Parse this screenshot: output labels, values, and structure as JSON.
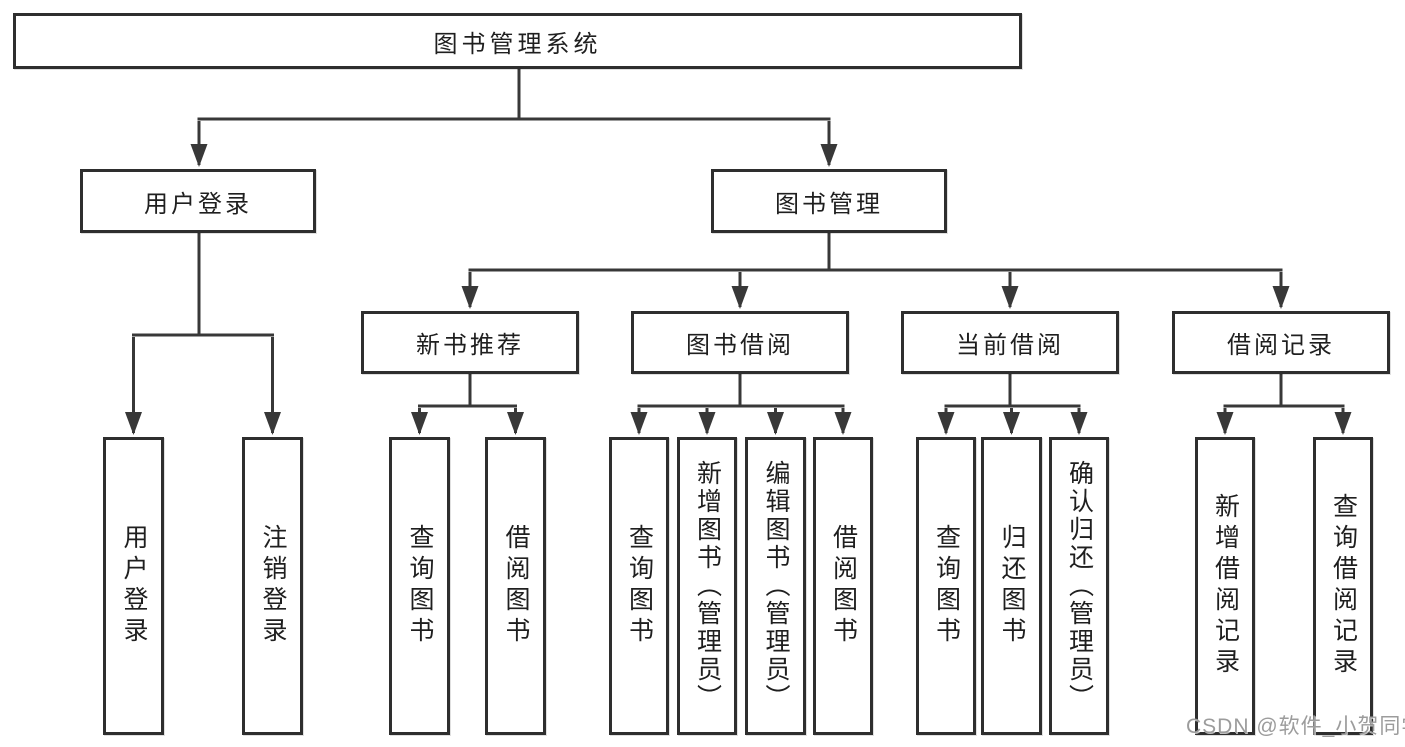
{
  "tree": {
    "root": "图书管理系统",
    "user_login": "用户登录",
    "book_management": "图书管理",
    "new_book": "新书推荐",
    "book_borrow": "图书借阅",
    "current_borrow": "当前借阅",
    "borrow_records": "借阅记录",
    "leaves": {
      "user_login": [
        "用户登录",
        "注销登录"
      ],
      "new_book": [
        "查询图书",
        "借阅图书"
      ],
      "book_borrow": [
        "查询图书",
        "新增图书（管理员）",
        "编辑图书（管理员）",
        "借阅图书"
      ],
      "current_borrow": [
        "查询图书",
        "归还图书",
        "确认归还（管理员）"
      ],
      "borrow_records": [
        "新增借阅记录",
        "查询借阅记录"
      ]
    }
  },
  "watermark": "CSDN @软件_小贺同学",
  "colors": {
    "line": "#383838",
    "border": "#2e2e2e",
    "text": "#1f1f1f",
    "watermark": "#9c9c9c",
    "background": "#ffffff"
  }
}
